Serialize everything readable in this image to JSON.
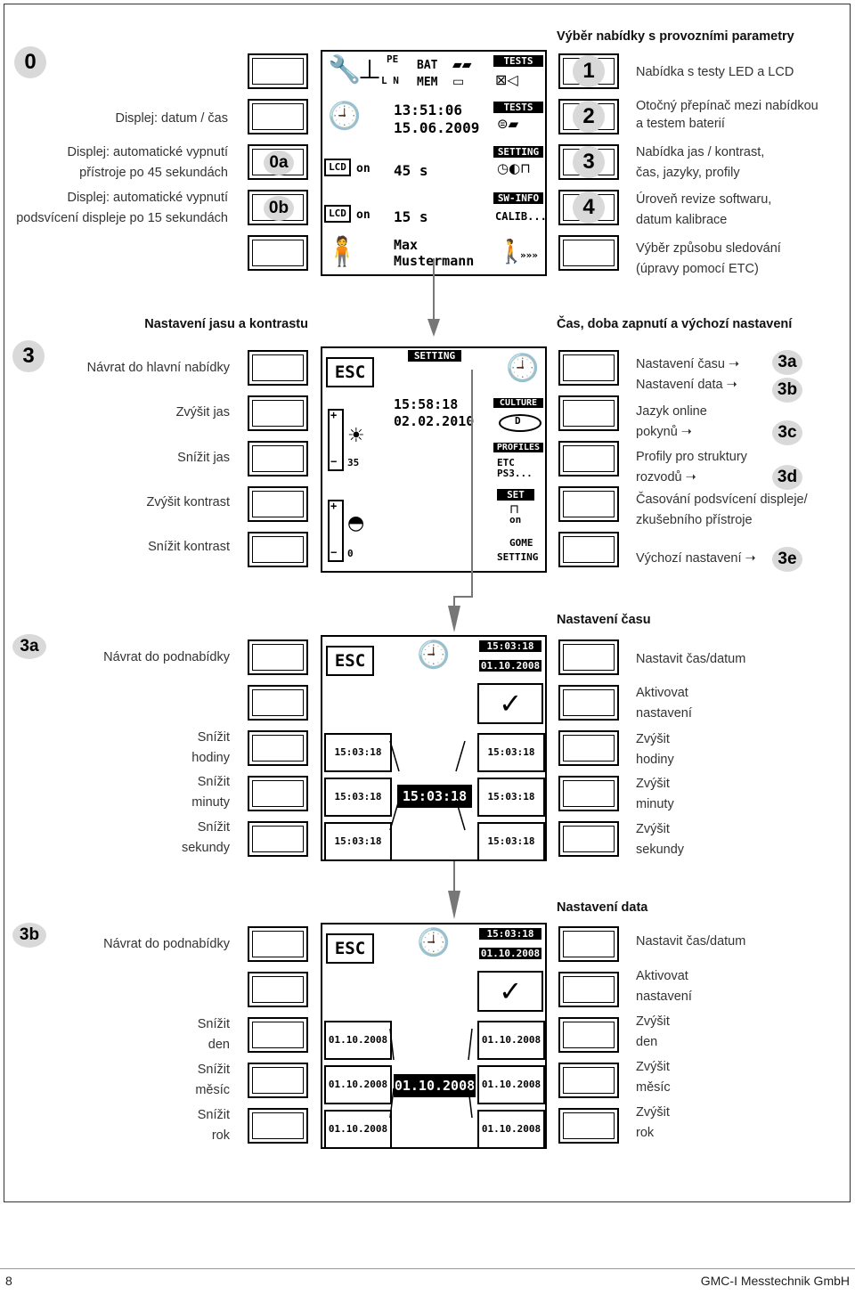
{
  "section0": {
    "badge": "0",
    "header": "Výběr nabídky s provozními parametry",
    "left_labels": [
      "Displej: datum / čas",
      "Displej: automatické vypnutí",
      "přístroje po 45 sekundách",
      "Displej: automatické vypnutí",
      "podsvícení displeje po 15 sekundách"
    ],
    "key_badges": [
      "0a",
      "0b"
    ],
    "lcd": {
      "row1_a": "PE",
      "row1_b": "L  N",
      "bat": "BAT",
      "mem": "MEM",
      "tests": "TESTS",
      "time": "13:51:06",
      "date": "15.06.2009",
      "lcd1": "LCD",
      "on1": "on",
      "sec45": "45 s",
      "lcd2": "LCD",
      "on2": "on",
      "sec15": "15 s",
      "name1": "Max",
      "name2": "Mustermann",
      "setting": "SETTING",
      "swinfo": "SW-INFO",
      "calib": "CALIB...",
      "tests2": "TESTS",
      "arrows": "»»»"
    },
    "num_badges": [
      "1",
      "2",
      "3",
      "4"
    ],
    "right_labels": [
      "Nabídka s testy LED a LCD",
      "Otočný přepínač mezi nabídkou",
      "a testem baterií",
      "Nabídka jas / kontrast,",
      "čas, jazyky, profily",
      "Úroveň revize softwaru,",
      "datum kalibrace",
      "Výběr způsobu sledování",
      "(úpravy pomocí ETC)"
    ]
  },
  "section3": {
    "badge": "3",
    "header_left": "Nastavení jasu a kontrastu",
    "header_right": "Čas, doba zapnutí a výchozí nastavení",
    "left_labels": [
      "Návrat do hlavní nabídky",
      "Zvýšit jas",
      "Snížit jas",
      "Zvýšit kontrast",
      "Snížit kontrast"
    ],
    "lcd": {
      "esc": "ESC",
      "setting": "SETTING",
      "time": "15:58:18",
      "date": "02.02.2010",
      "plus1": "+",
      "minus1": "−",
      "val1": "35",
      "plus2": "+",
      "minus2": "−",
      "val2": "0",
      "culture": "CULTURE",
      "d": "D",
      "profiles": "PROFILES",
      "etc": "ETC",
      "ps3": "PS3...",
      "set": "SET",
      "on": "on",
      "gome": "GOME",
      "setting2": "SETTING"
    },
    "right_labels": [
      "Nastavení času ➝",
      "Nastavení data ➝",
      "Jazyk online",
      "pokynů ➝",
      "Profily pro struktury",
      "rozvodů ➝",
      "Časování podsvícení displeje/",
      "zkušebního přístroje",
      "Výchozí nastavení ➝"
    ],
    "sub_badges": [
      "3a",
      "3b",
      "3c",
      "3d",
      "3e"
    ]
  },
  "section3a": {
    "badge": "3a",
    "header": "Nastavení času",
    "left_labels": [
      "Návrat do podnabídky",
      "Snížit",
      "hodiny",
      "Snížit",
      "minuty",
      "Snížit",
      "sekundy"
    ],
    "lcd": {
      "esc": "ESC",
      "time": "15:03:18",
      "date": "01.10.2008",
      "check": "✓",
      "center": "15:03:18",
      "small": "15:03:18"
    },
    "right_labels": [
      "Nastavit čas/datum",
      "Aktivovat",
      "nastavení",
      "Zvýšit",
      "hodiny",
      "Zvýšit",
      "minuty",
      "Zvýšit",
      "sekundy"
    ]
  },
  "section3b": {
    "badge": "3b",
    "header": "Nastavení data",
    "left_labels": [
      "Návrat do podnabídky",
      "Snížit",
      "den",
      "Snížit",
      "měsíc",
      "Snížit",
      "rok"
    ],
    "lcd": {
      "esc": "ESC",
      "time": "15:03:18",
      "date": "01.10.2008",
      "check": "✓",
      "center": "01.10.2008",
      "small": "01.10.2008"
    },
    "right_labels": [
      "Nastavit čas/datum",
      "Aktivovat",
      "nastavení",
      "Zvýšit",
      "den",
      "Zvýšit",
      "měsíc",
      "Zvýšit",
      "rok"
    ]
  },
  "footer": {
    "page": "8",
    "company": "GMC-I Messtechnik GmbH"
  }
}
